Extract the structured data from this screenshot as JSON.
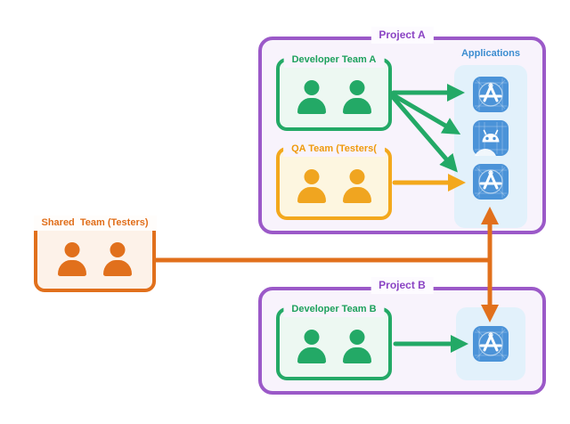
{
  "colors": {
    "purple-border": "#9b59c8",
    "purple-text": "#8b44c4",
    "purple-fill": "#f8f3fc",
    "green-border": "#23a966",
    "green-text": "#1ea15d",
    "green-fill": "#edf8f2",
    "amber-border": "#f3a81c",
    "amber-text": "#ef9a0d",
    "amber-fill": "#fdf6e0",
    "orange-border": "#e1701c",
    "orange-text": "#e06e1a",
    "orange-fill": "#fdf2e9",
    "blue-icon": "#4b93d8",
    "blue-text": "#3c8dd0",
    "blue-fill": "#e2f1fb",
    "page-bg": "#ffffff"
  },
  "project_a": {
    "title": "Project A",
    "developer_team": {
      "label": "Developer Team A",
      "member_count": 2
    },
    "qa_team": {
      "label": "QA Team (Testers(",
      "member_count": 2
    },
    "applications": {
      "label": "Applications",
      "icons": [
        "app-store",
        "android",
        "app-store"
      ]
    }
  },
  "project_b": {
    "title": "Project B",
    "developer_team": {
      "label": "Developer Team B",
      "member_count": 2
    },
    "applications": {
      "icons": [
        "app-store"
      ]
    }
  },
  "shared_team": {
    "label": "Shared  Team (Testers)",
    "member_count": 2
  },
  "connections": [
    {
      "from": "developer-team-a",
      "to": "project-a-app-1",
      "color": "green"
    },
    {
      "from": "developer-team-a",
      "to": "project-a-app-2-android",
      "color": "green"
    },
    {
      "from": "developer-team-a",
      "to": "project-a-app-3",
      "color": "green"
    },
    {
      "from": "qa-team",
      "to": "project-a-app-3",
      "color": "amber"
    },
    {
      "from": "developer-team-b",
      "to": "project-b-app-1",
      "color": "green"
    },
    {
      "from": "shared-team",
      "to": "project-a-app-3",
      "color": "orange",
      "style": "double-headed"
    },
    {
      "from": "shared-team",
      "to": "project-b-app-1",
      "color": "orange",
      "style": "double-headed"
    }
  ]
}
